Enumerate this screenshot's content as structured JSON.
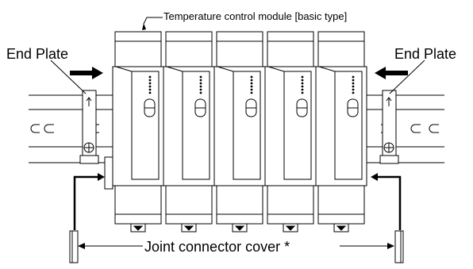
{
  "labels": {
    "top": "Temperature control module [basic type]",
    "end_plate_left": "End Plate",
    "end_plate_right": "End Plate",
    "bottom": "Joint connector cover *"
  },
  "modules": {
    "count": 5
  },
  "colors": {
    "line": "#000000",
    "background": "#ffffff",
    "fill": "#ffffff"
  }
}
